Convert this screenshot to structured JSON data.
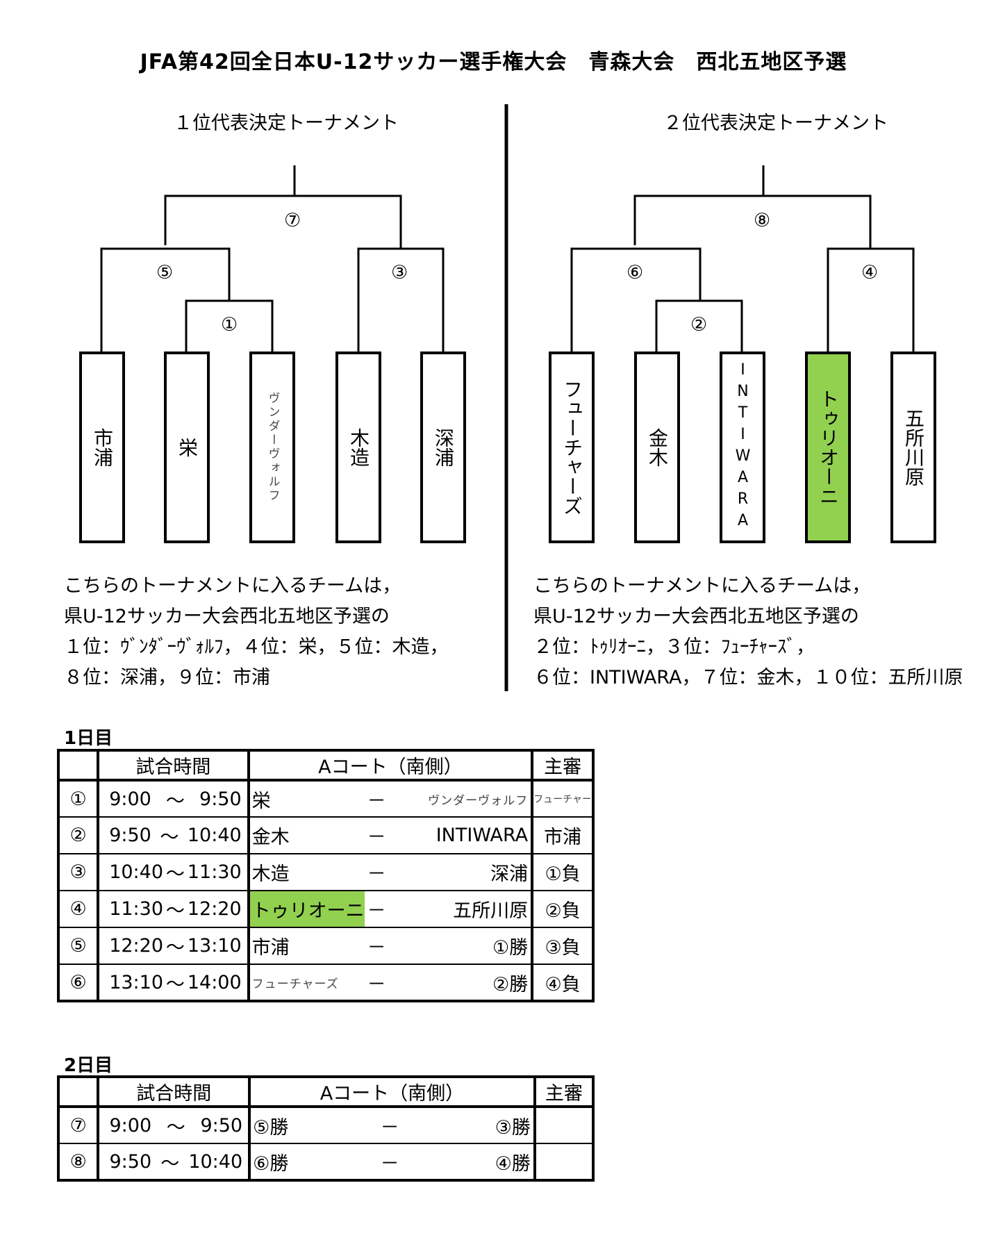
{
  "title": "JFA第42回全日本U-12サッカー選手権大会　青森大会　西北五地区予選",
  "left": {
    "subtitle": "１位代表決定トーナメント",
    "match_labels": {
      "m1": "①",
      "m3": "③",
      "m5": "⑤",
      "m7": "⑦"
    },
    "teams": [
      "市浦",
      "栄",
      "ヴンダーヴォルフ",
      "木造",
      "深浦"
    ],
    "note": [
      "こちらのトーナメントに入るチームは，",
      "県U-12サッカー大会西北五地区予選の",
      "１位：ｳﾞﾝﾀﾞｰｳﾞｫﾙﾌ，４位：栄，５位：木造，",
      "８位：深浦，９位：市浦"
    ]
  },
  "right": {
    "subtitle": "２位代表決定トーナメント",
    "match_labels": {
      "m2": "②",
      "m4": "④",
      "m6": "⑥",
      "m8": "⑧"
    },
    "teams": [
      "フューチャーズ",
      "金木",
      "INTIWARA",
      "トゥリオーニ",
      "五所川原"
    ],
    "note": [
      "こちらのトーナメントに入るチームは，",
      "県U-12サッカー大会西北五地区予選の",
      "２位：ﾄｩﾘｵｰﾆ，３位：ﾌｭｰﾁｬｰｽﾞ，",
      "６位：INTIWARA，７位：金木，１０位：五所川原"
    ]
  },
  "highlight_color": "#92d050",
  "day1": {
    "label": "1日目",
    "headers": [
      "",
      "試合時間",
      "Aコート（南側）",
      "主審"
    ],
    "rows": [
      {
        "no": "①",
        "start": "9:00",
        "sep": "～",
        "end": "9:50",
        "home": "栄",
        "dash": "－",
        "away": "ヴンダーヴォルフ",
        "ref": "フューチャーズ"
      },
      {
        "no": "②",
        "start": "9:50",
        "sep": "～",
        "end": "10:40",
        "home": "金木",
        "dash": "－",
        "away": "INTIWARA",
        "ref": "市浦"
      },
      {
        "no": "③",
        "start": "10:40",
        "sep": "～",
        "end": "11:30",
        "home": "木造",
        "dash": "－",
        "away": "深浦",
        "ref": "①負"
      },
      {
        "no": "④",
        "start": "11:30",
        "sep": "～",
        "end": "12:20",
        "home": "トゥリオーニ",
        "dash": "－",
        "away": "五所川原",
        "ref": "②負"
      },
      {
        "no": "⑤",
        "start": "12:20",
        "sep": "～",
        "end": "13:10",
        "home": "市浦",
        "dash": "－",
        "away": "①勝",
        "ref": "③負"
      },
      {
        "no": "⑥",
        "start": "13:10",
        "sep": "～",
        "end": "14:00",
        "home": "フューチャーズ",
        "dash": "－",
        "away": "②勝",
        "ref": "④負"
      }
    ]
  },
  "day2": {
    "label": "2日目",
    "headers": [
      "",
      "試合時間",
      "Aコート（南側）",
      "主審"
    ],
    "rows": [
      {
        "no": "⑦",
        "start": "9:00",
        "sep": "～",
        "end": "9:50",
        "home": "⑤勝",
        "dash": "－",
        "away": "③勝",
        "ref": ""
      },
      {
        "no": "⑧",
        "start": "9:50",
        "sep": "～",
        "end": "10:40",
        "home": "⑥勝",
        "dash": "－",
        "away": "④勝",
        "ref": ""
      }
    ]
  }
}
